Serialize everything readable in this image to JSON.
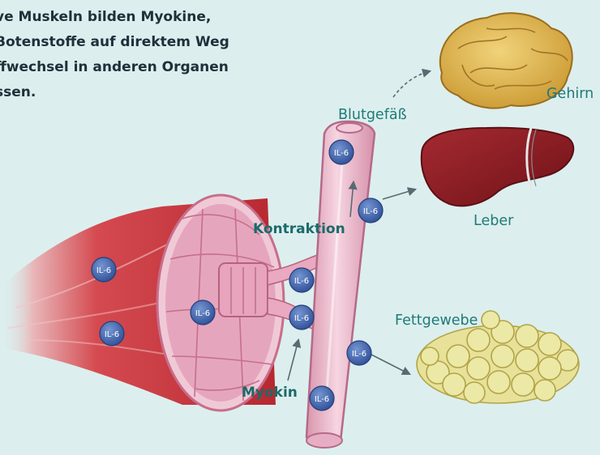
{
  "intro": {
    "lines": [
      "ve Muskeln bilden Myokine,",
      "Botenstoffe auf direktem Weg",
      "ffwechsel in anderen Organen",
      "ssen."
    ]
  },
  "labels": {
    "brain": "Gehirn",
    "vessel": "Blutgefäß",
    "liver": "Leber",
    "fat": "Fettgewebe",
    "contraction": "Kontraktion",
    "myokin": "Myokin"
  },
  "marker_text": "IL-6",
  "colors": {
    "background": "#dcefee",
    "muscle": "#c8343a",
    "muscle_section": "#e3a2ba",
    "vessel": "#efc1d1",
    "liver": "#8e1c23",
    "brain": "#e2bd55",
    "fat": "#ece8a6",
    "marker": "#3d63ae",
    "label_teal": "#1f7a78"
  }
}
